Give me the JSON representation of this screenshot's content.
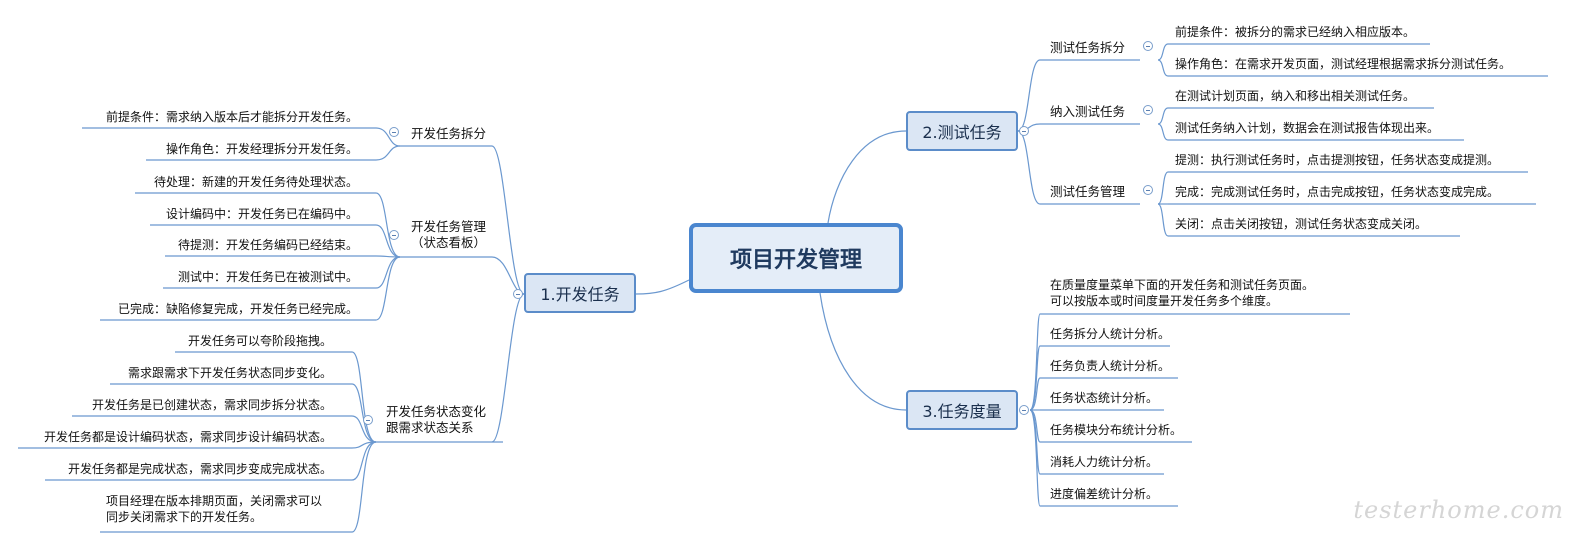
{
  "root": "项目开发管理",
  "dev": {
    "label": "1.开发任务",
    "split": {
      "label": "开发任务拆分",
      "items": [
        "前提条件：需求纳入版本后才能拆分开发任务。",
        "操作角色：开发经理拆分开发任务。"
      ]
    },
    "manage": {
      "label_line1": "开发任务管理",
      "label_line2": "（状态看板）",
      "items": [
        "待处理：新建的开发任务待处理状态。",
        "设计编码中：开发任务已在编码中。",
        "待提测：开发任务编码已经结束。",
        "测试中：开发任务已在被测试中。",
        "已完成：缺陷修复完成，开发任务已经完成。"
      ]
    },
    "relation": {
      "label_line1": "开发任务状态变化",
      "label_line2": "跟需求状态关系",
      "items": [
        "开发任务可以夸阶段拖拽。",
        "需求跟需求下开发任务状态同步变化。",
        "开发任务是已创建状态，需求同步拆分状态。",
        "开发任务都是设计编码状态，需求同步设计编码状态。",
        "开发任务都是完成状态，需求同步变成完成状态。"
      ],
      "last_line1": "项目经理在版本排期页面，关闭需求可以",
      "last_line2": "同步关闭需求下的开发任务。"
    }
  },
  "test": {
    "label": "2.测试任务",
    "split": {
      "label": "测试任务拆分",
      "items": [
        "前提条件：被拆分的需求已经纳入相应版本。",
        "操作角色：在需求开发页面，测试经理根据需求拆分测试任务。"
      ]
    },
    "include": {
      "label": "纳入测试任务",
      "items": [
        "在测试计划页面，纳入和移出相关测试任务。",
        "测试任务纳入计划，数据会在测试报告体现出来。"
      ]
    },
    "manage": {
      "label": "测试任务管理",
      "items": [
        "提测：执行测试任务时，点击提测按钮，任务状态变成提测。",
        "完成：完成测试任务时，点击完成按钮，任务状态变成完成。",
        "关闭：点击关闭按钮，测试任务状态变成关闭。"
      ]
    }
  },
  "metric": {
    "label": "3.任务度量",
    "intro_line1": "在质量度量菜单下面的开发任务和测试任务页面。",
    "intro_line2": "可以按版本或时间度量开发任务多个维度。",
    "items": [
      "任务拆分人统计分析。",
      "任务负责人统计分析。",
      "任务状态统计分析。",
      "任务模块分布统计分析。",
      "消耗人力统计分析。",
      "进度偏差统计分析。"
    ]
  },
  "watermark": "testerhome.com",
  "colors": {
    "line": "#5b8cc9",
    "branch_fill": "#dbe6f4",
    "root_border": "#4a86cf"
  }
}
